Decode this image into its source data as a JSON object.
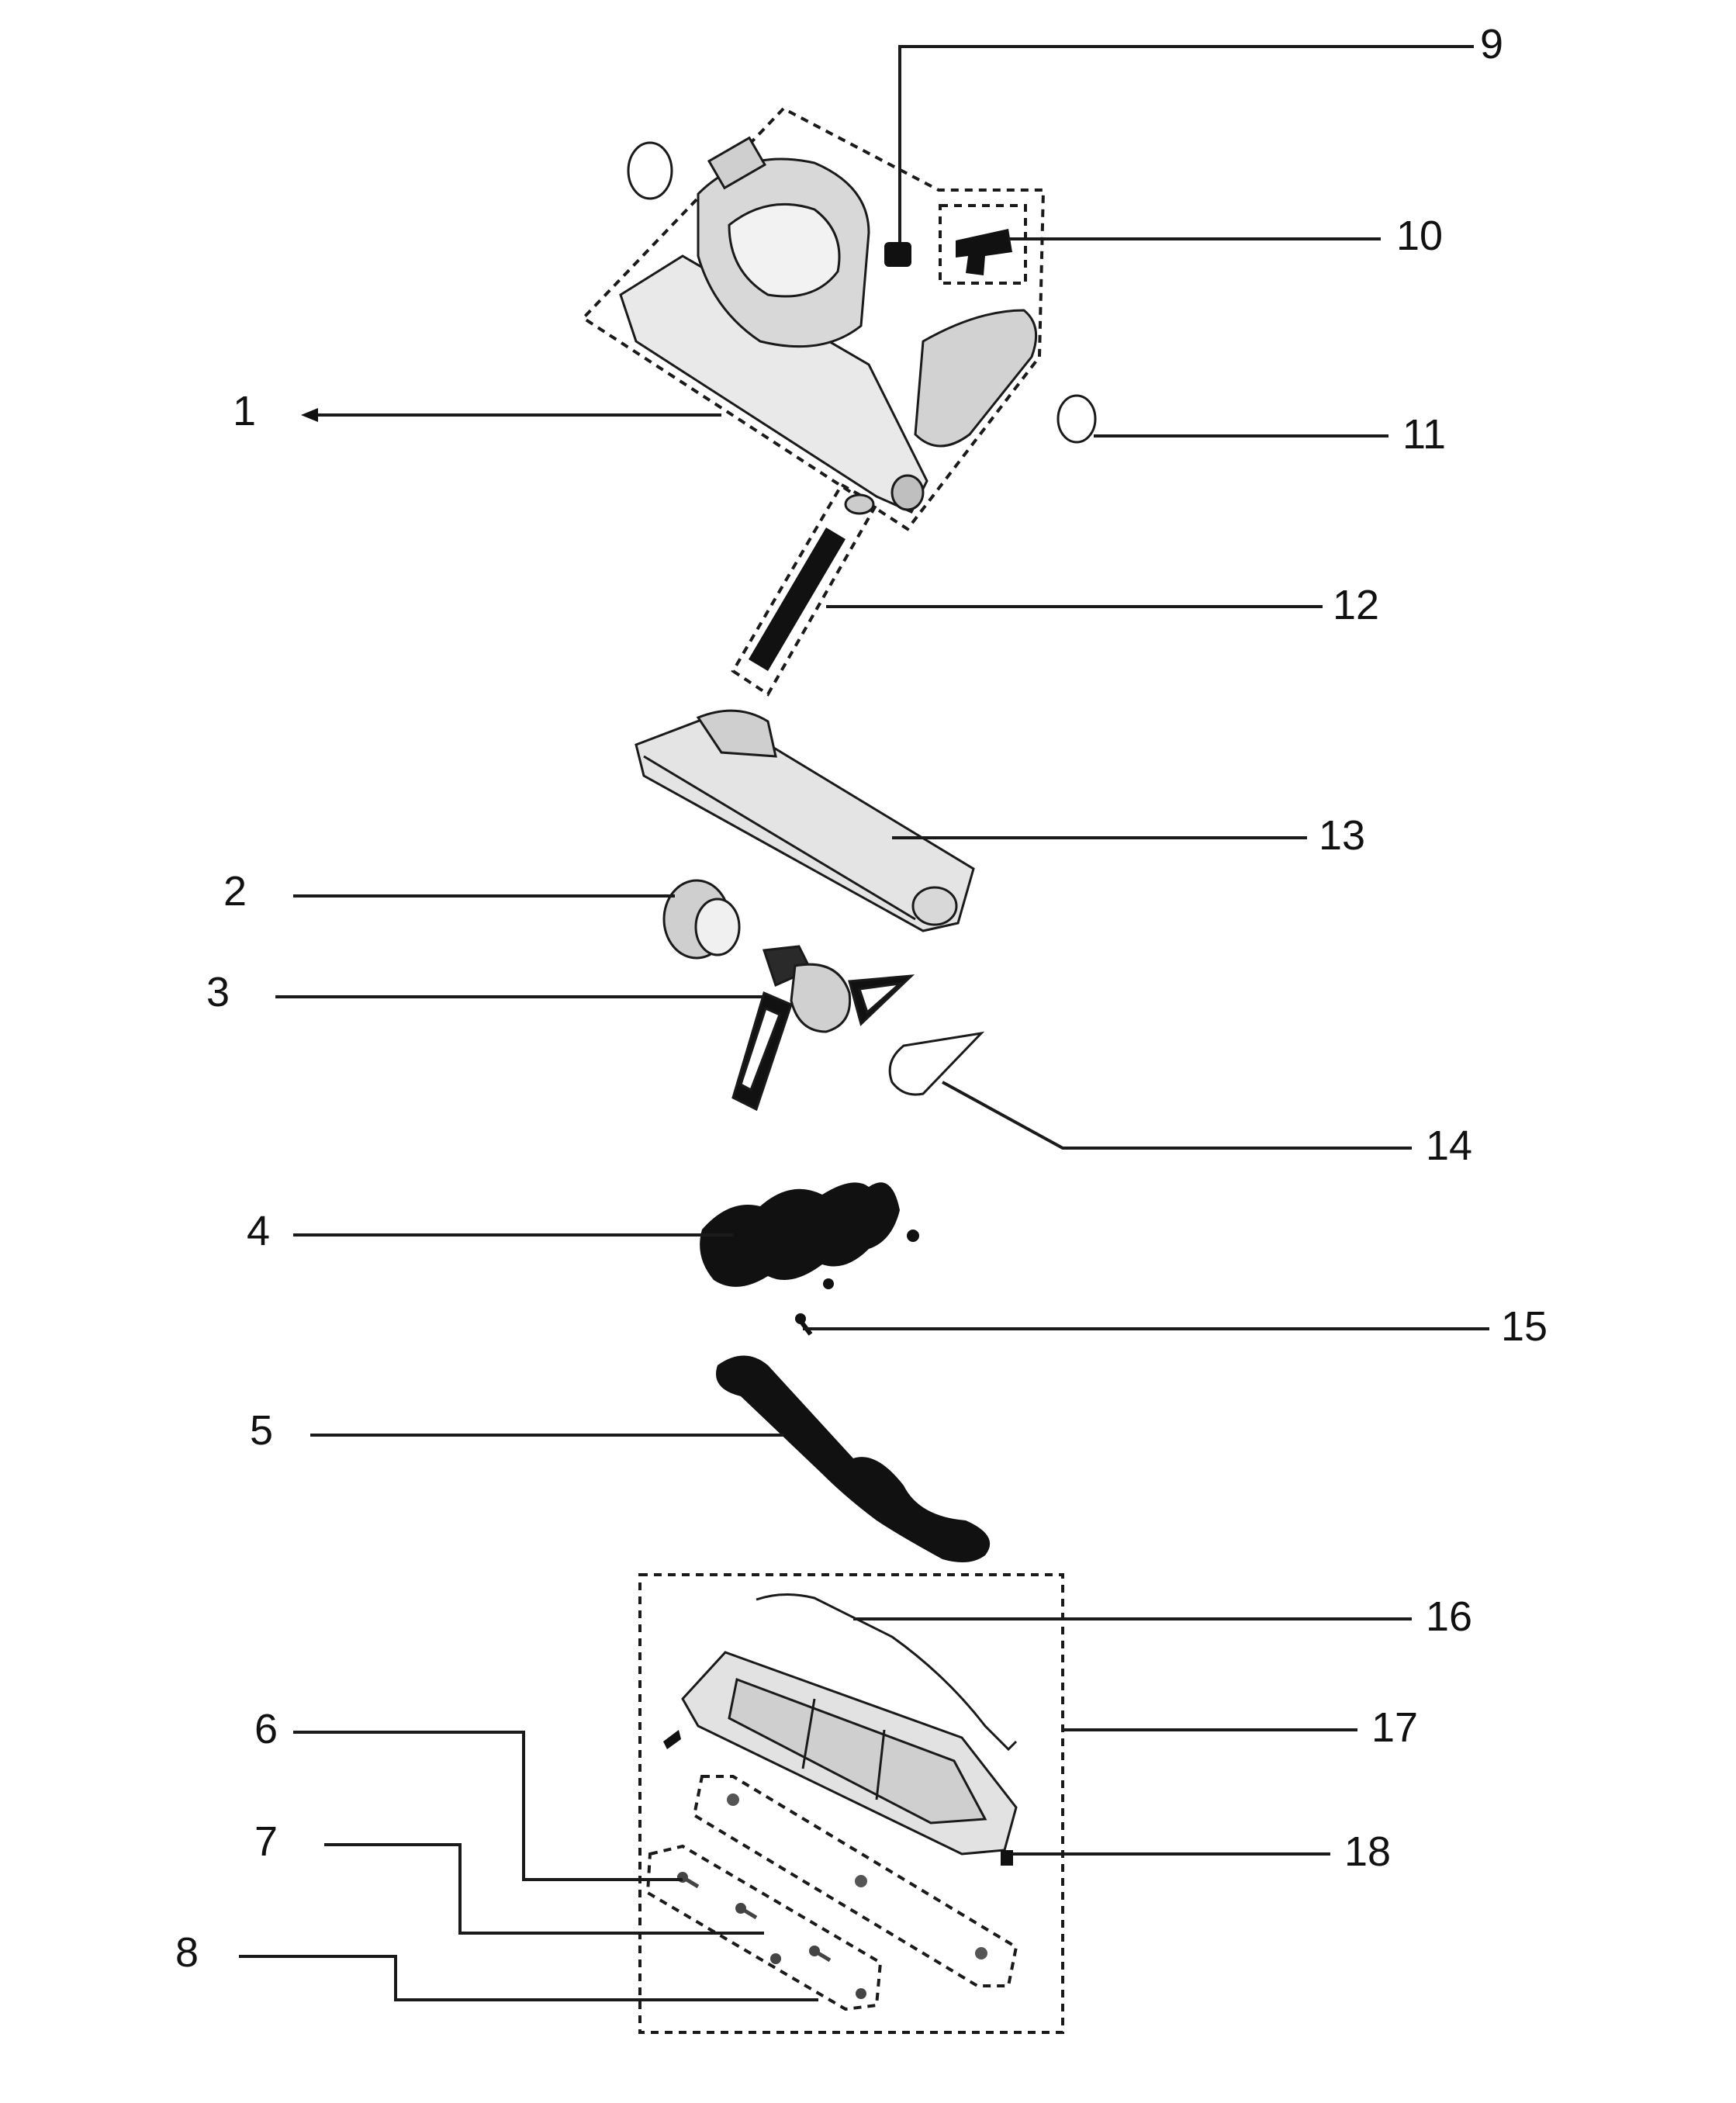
{
  "diagram": {
    "type": "exploded-parts-diagram",
    "callouts": [
      {
        "id": "1",
        "label": "1"
      },
      {
        "id": "2",
        "label": "2"
      },
      {
        "id": "3",
        "label": "3"
      },
      {
        "id": "4",
        "label": "4"
      },
      {
        "id": "5",
        "label": "5"
      },
      {
        "id": "6",
        "label": "6"
      },
      {
        "id": "7",
        "label": "7"
      },
      {
        "id": "8",
        "label": "8"
      },
      {
        "id": "9",
        "label": "9"
      },
      {
        "id": "10",
        "label": "10"
      },
      {
        "id": "11",
        "label": "11"
      },
      {
        "id": "12",
        "label": "12"
      },
      {
        "id": "13",
        "label": "13"
      },
      {
        "id": "14",
        "label": "14"
      },
      {
        "id": "15",
        "label": "15"
      },
      {
        "id": "16",
        "label": "16"
      },
      {
        "id": "17",
        "label": "17"
      },
      {
        "id": "18",
        "label": "18"
      }
    ]
  }
}
